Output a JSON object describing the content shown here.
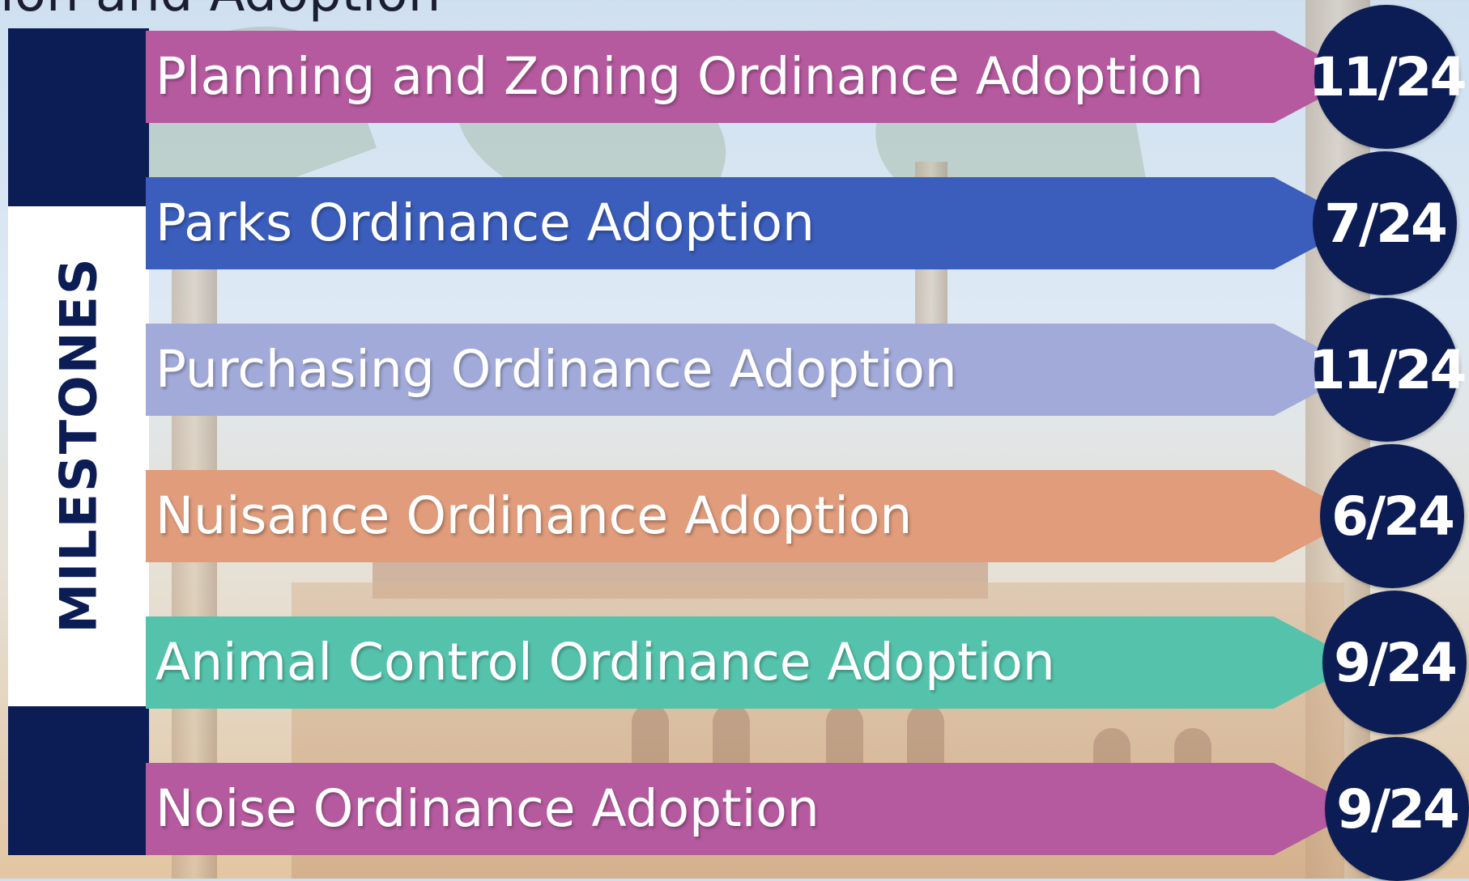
{
  "title_fragment": "ion and Adoption",
  "sidebar": {
    "label": "MILESTONES"
  },
  "milestones": [
    {
      "label": "Planning and Zoning Ordinance Adoption",
      "date": "11/24",
      "color": "#b65aa0"
    },
    {
      "label": "Parks Ordinance Adoption",
      "date": "7/24",
      "color": "#3b5ebd"
    },
    {
      "label": "Purchasing Ordinance Adoption",
      "date": "11/24",
      "color": "#a2aad9"
    },
    {
      "label": "Nuisance Ordinance Adoption",
      "date": "6/24",
      "color": "#e09c7b"
    },
    {
      "label": "Animal Control Ordinance Adoption",
      "date": "9/24",
      "color": "#55c3ac"
    },
    {
      "label": "Noise Ordinance Adoption",
      "date": "9/24",
      "color": "#b65aa0"
    }
  ],
  "colors": {
    "navy": "#0c1d56",
    "white": "#ffffff"
  }
}
